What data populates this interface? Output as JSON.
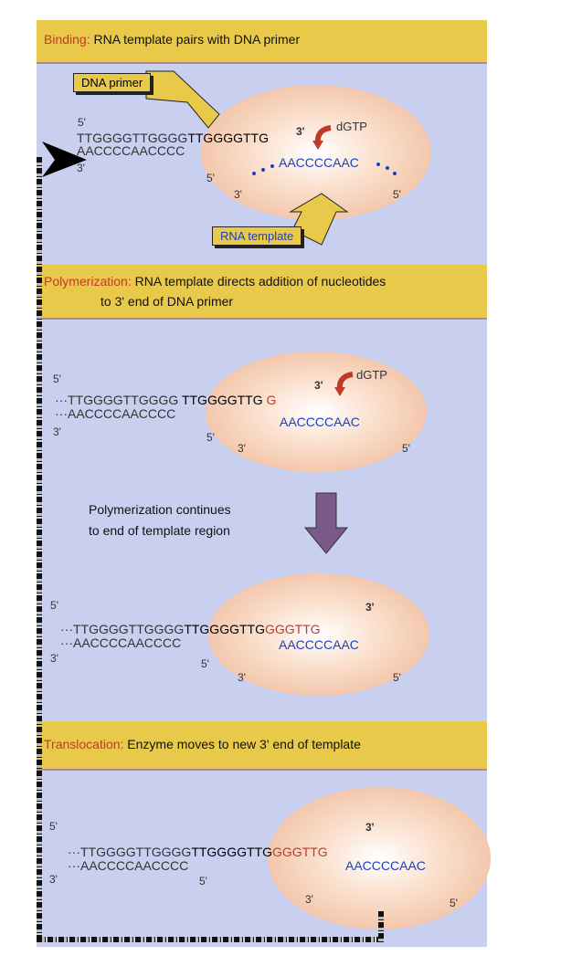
{
  "colors": {
    "header": "#e9c94a",
    "panel": "#c9cfee",
    "added_nucleotides": "#c0392b",
    "rna": "#1a3fc0",
    "enzyme": "#f2c4a8"
  },
  "step1": {
    "keyword": "Binding:",
    "text": " RNA template pairs with DNA primer",
    "dna_primer_label": "DNA primer",
    "rna_template_label": "RNA template",
    "top_5": "5'",
    "top_strand_old": "TTGGGGTTGGGG",
    "top_strand_new": "TTGGGGTTG",
    "bottom_strand": "AACCCCAACCCC",
    "bottom_3": "3'",
    "bottom_5": "5'",
    "primer_3": "3'",
    "dgtp": "dGTP",
    "rna_seq": "AACCCCAAC",
    "rna_3": "3'",
    "rna_5": "5'"
  },
  "step2": {
    "keyword": "Polymerization:",
    "text_line1": " RNA template directs addition of nucleotides",
    "text_line2": "to 3' end of DNA primer",
    "a": {
      "top_5": "5'",
      "top_strand_old": "···TTGGGGTTGGGG",
      "top_strand_new": "TTGGGGTTG",
      "added": "G",
      "bottom_strand": "···AACCCCAACCCC",
      "bottom_3": "3'",
      "bottom_5": "5'",
      "primer_3": "3'",
      "dgtp": "dGTP",
      "rna_seq": "AACCCCAAC",
      "rna_3": "3'",
      "rna_5": "5'"
    },
    "continues_line1": "Polymerization continues",
    "continues_line2": "to end of template region",
    "b": {
      "top_5": "5'",
      "top_strand_old": "···TTGGGGTTGGGG",
      "top_strand_new": "TTGGGGTTG",
      "added": "GGGTTG",
      "bottom_strand": "···AACCCCAACCCC",
      "bottom_3": "3'",
      "bottom_5": "5'",
      "primer_3": "3'",
      "rna_seq": "AACCCCAAC",
      "rna_3": "3'",
      "rna_5": "5'"
    }
  },
  "step3": {
    "keyword": "Translocation:",
    "text": " Enzyme moves to new 3' end of template",
    "top_5": "5'",
    "top_strand_old": "···TTGGGGTTGGGG",
    "top_strand_new": "TTGGGGTTG",
    "added": "GGGTTG",
    "bottom_strand": "···AACCCCAACCCC",
    "bottom_3": "3'",
    "bottom_5": "5'",
    "primer_3": "3'",
    "rna_seq": "AACCCCAAC",
    "rna_3": "3'",
    "rna_5": "5'"
  }
}
